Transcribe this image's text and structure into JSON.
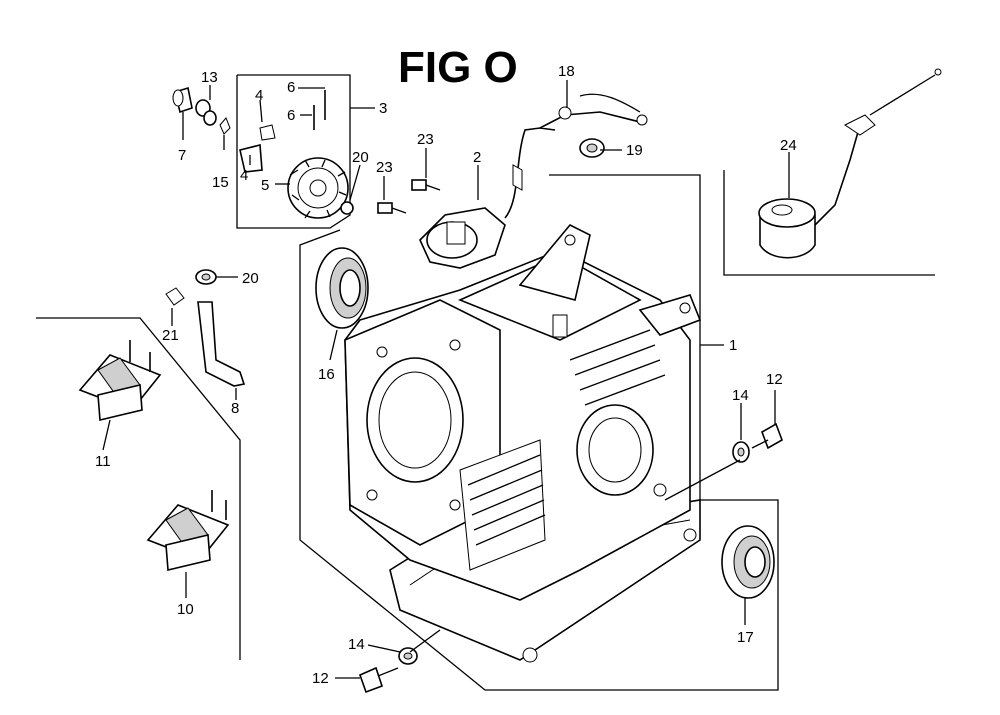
{
  "figure": {
    "title": "FIG O"
  },
  "callouts": {
    "c1": "1",
    "c2": "2",
    "c3": "3",
    "c4a": "4",
    "c4b": "4",
    "c5": "5",
    "c6a": "6",
    "c6b": "6",
    "c7": "7",
    "c8": "8",
    "c10": "10",
    "c11": "11",
    "c12a": "12",
    "c12b": "12",
    "c13": "13",
    "c14a": "14",
    "c14b": "14",
    "c15": "15",
    "c16": "16",
    "c17": "17",
    "c18": "18",
    "c19": "19",
    "c20a": "20",
    "c20b": "20",
    "c21": "21",
    "c23a": "23",
    "c23b": "23",
    "c24": "24"
  }
}
